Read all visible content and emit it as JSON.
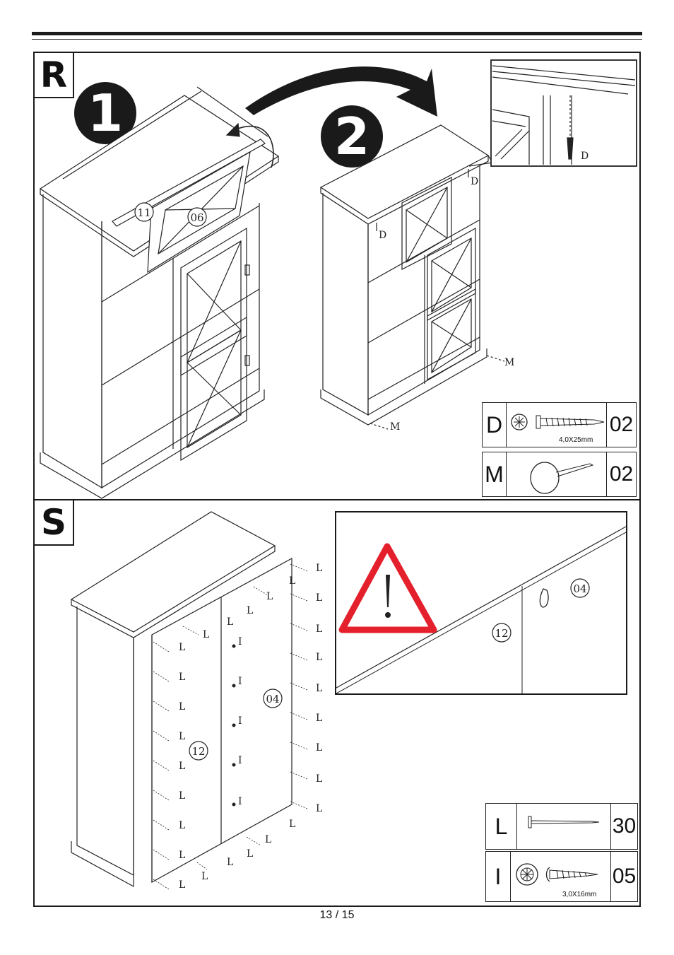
{
  "page": {
    "number": "13 / 15"
  },
  "step_r": {
    "letter": "R",
    "sub1": "1",
    "sub2": "2",
    "callouts": {
      "part11": "11",
      "part06": "06",
      "screw_d": "D",
      "nail_m": "M"
    },
    "parts": [
      {
        "letter": "D",
        "qty": "02",
        "size": "4,0X25mm",
        "icon": "screw-icon"
      },
      {
        "letter": "M",
        "qty": "02",
        "size": "",
        "icon": "nail-glide-icon"
      }
    ]
  },
  "step_s": {
    "letter": "S",
    "callouts": {
      "part12": "12",
      "part04": "04",
      "nail_l": "L",
      "screw_i": "I"
    },
    "warning": {
      "part12": "12",
      "part04": "04",
      "icon": "warning-icon",
      "accent": "#e4202c"
    },
    "parts": [
      {
        "letter": "L",
        "qty": "30",
        "size": "",
        "icon": "nail-icon"
      },
      {
        "letter": "I",
        "qty": "05",
        "size": "3,0X16mm",
        "icon": "screw-icon"
      }
    ]
  }
}
